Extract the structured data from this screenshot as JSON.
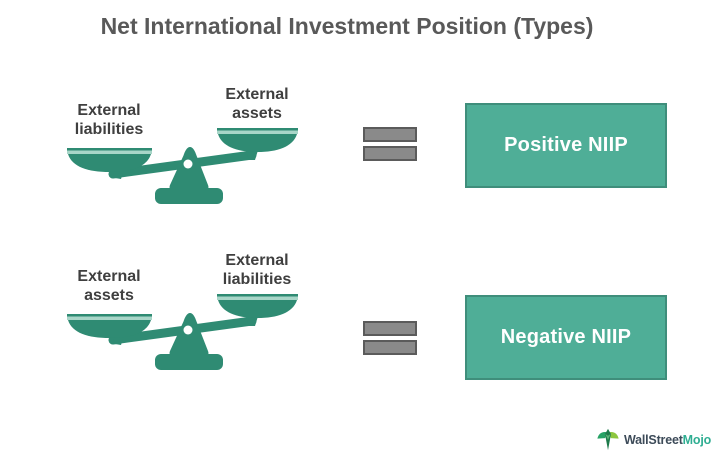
{
  "title": "Net International Investment Position (Types)",
  "figures": [
    {
      "name": "positive-niip",
      "left_pan_label": "External liabilities",
      "right_pan_label": "External assets",
      "operator_icon": "equals-sign",
      "result_label": "Positive NIIP"
    },
    {
      "name": "negative-niip",
      "left_pan_label": "External assets",
      "right_pan_label": "External liabilities",
      "operator_icon": "equals-sign",
      "result_label": "Negative NIIP"
    }
  ],
  "logo": {
    "icon": "bull-icon",
    "brand_primary": "WallStreet",
    "brand_accent": "Mojo"
  },
  "colors": {
    "scale_teal": "#2F8B73",
    "pan_rim_light": "#A8D6C8",
    "box_fill": "#4FAE97",
    "box_border": "#3F8E7B",
    "box_text": "#FFFFFF",
    "equals_fill": "#8A8A8A",
    "equals_border": "#5B5B5B",
    "title_text": "#595959",
    "label_text": "#3F3F3F",
    "logo_primary": "#3D4B59",
    "logo_accent": "#2FAE92",
    "background": "#FFFFFF"
  }
}
